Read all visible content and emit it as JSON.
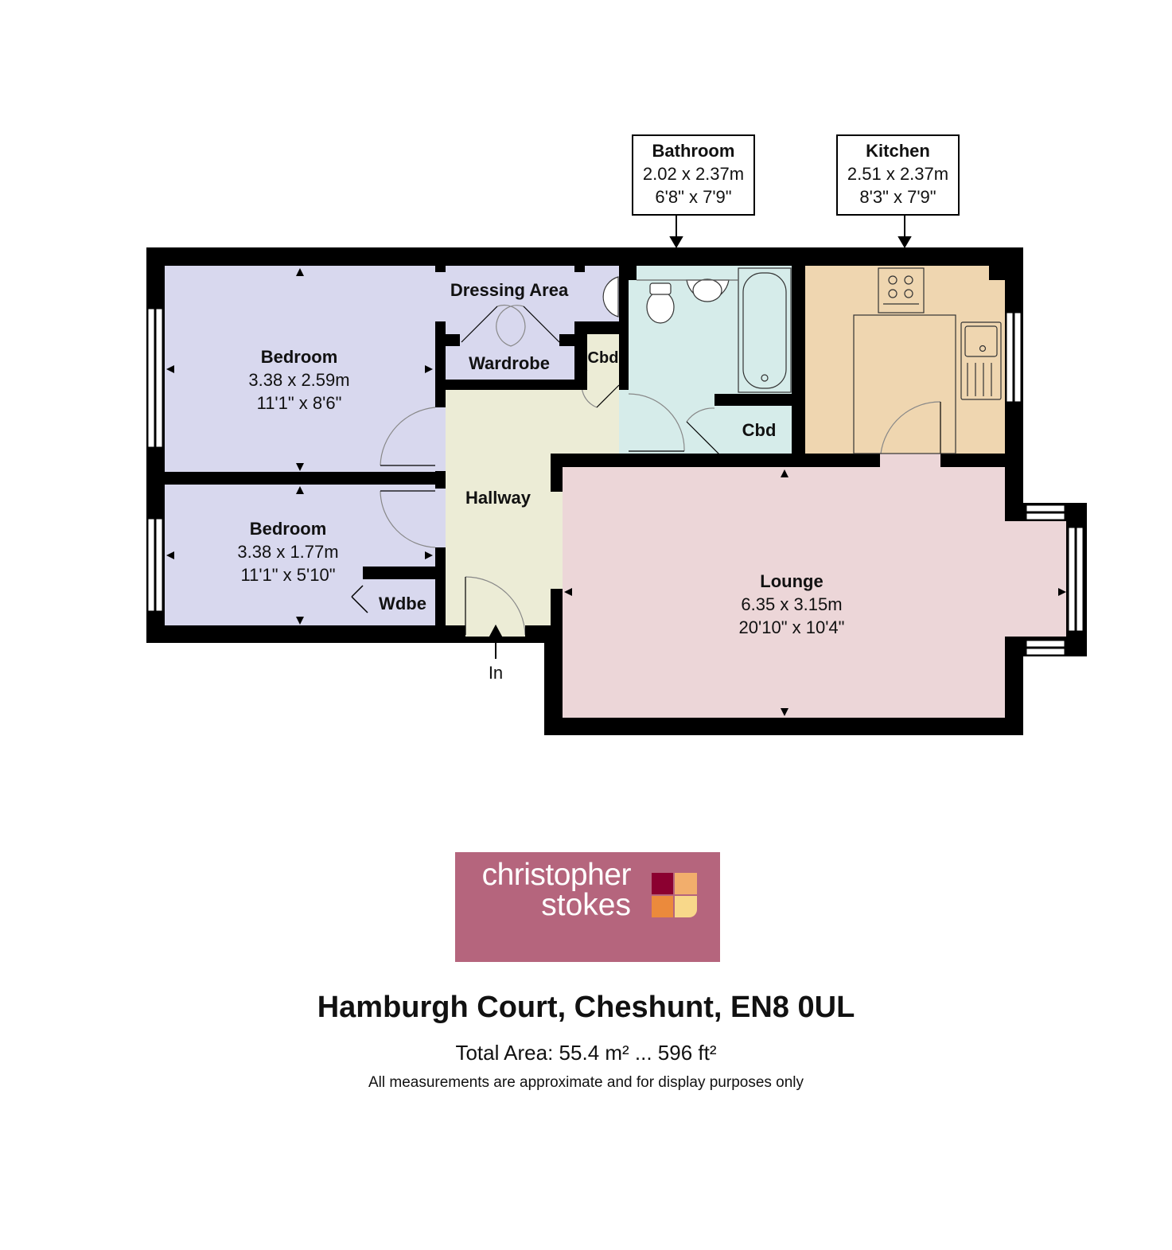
{
  "rooms": {
    "bedroom1": {
      "name": "Bedroom",
      "metric": "3.38 x 2.59m",
      "imperial": "11'1\" x 8'6\""
    },
    "bedroom2": {
      "name": "Bedroom",
      "metric": "3.38 x 1.77m",
      "imperial": "11'1\" x 5'10\""
    },
    "dressing": {
      "name": "Dressing Area"
    },
    "wardrobe": {
      "name": "Wardrobe"
    },
    "cbd_small": {
      "name": "Cbd"
    },
    "cbd_bath": {
      "name": "Cbd"
    },
    "wdbe": {
      "name": "Wdbe"
    },
    "hallway": {
      "name": "Hallway"
    },
    "lounge": {
      "name": "Lounge",
      "metric": "6.35 x 3.15m",
      "imperial": "20'10\" x 10'4\""
    },
    "bathroom": {
      "name": "Bathroom",
      "metric": "2.02 x 2.37m",
      "imperial": "6'8\" x 7'9\""
    },
    "kitchen": {
      "name": "Kitchen",
      "metric": "2.51 x 2.37m",
      "imperial": "8'3\" x 7'9\""
    }
  },
  "entrance_label": "In",
  "logo": {
    "line1": "christopher",
    "line2": "stokes"
  },
  "title": "Hamburgh Court, Cheshunt, EN8 0UL",
  "total_area": "Total Area: 55.4 m² ... 596 ft²",
  "disclaimer": "All measurements are approximate and for display purposes only",
  "colors": {
    "wall": "#000000",
    "bedroom": "#d8d8ee",
    "hallway": "#ececd6",
    "bathroom": "#d6ecea",
    "kitchen": "#efd6b0",
    "lounge": "#ecd6d8",
    "logo_bg": "#b5657d",
    "logo_tiles": [
      "#8b0030",
      "#f2ae6c",
      "#eb8a3c",
      "#f8d88a"
    ]
  }
}
